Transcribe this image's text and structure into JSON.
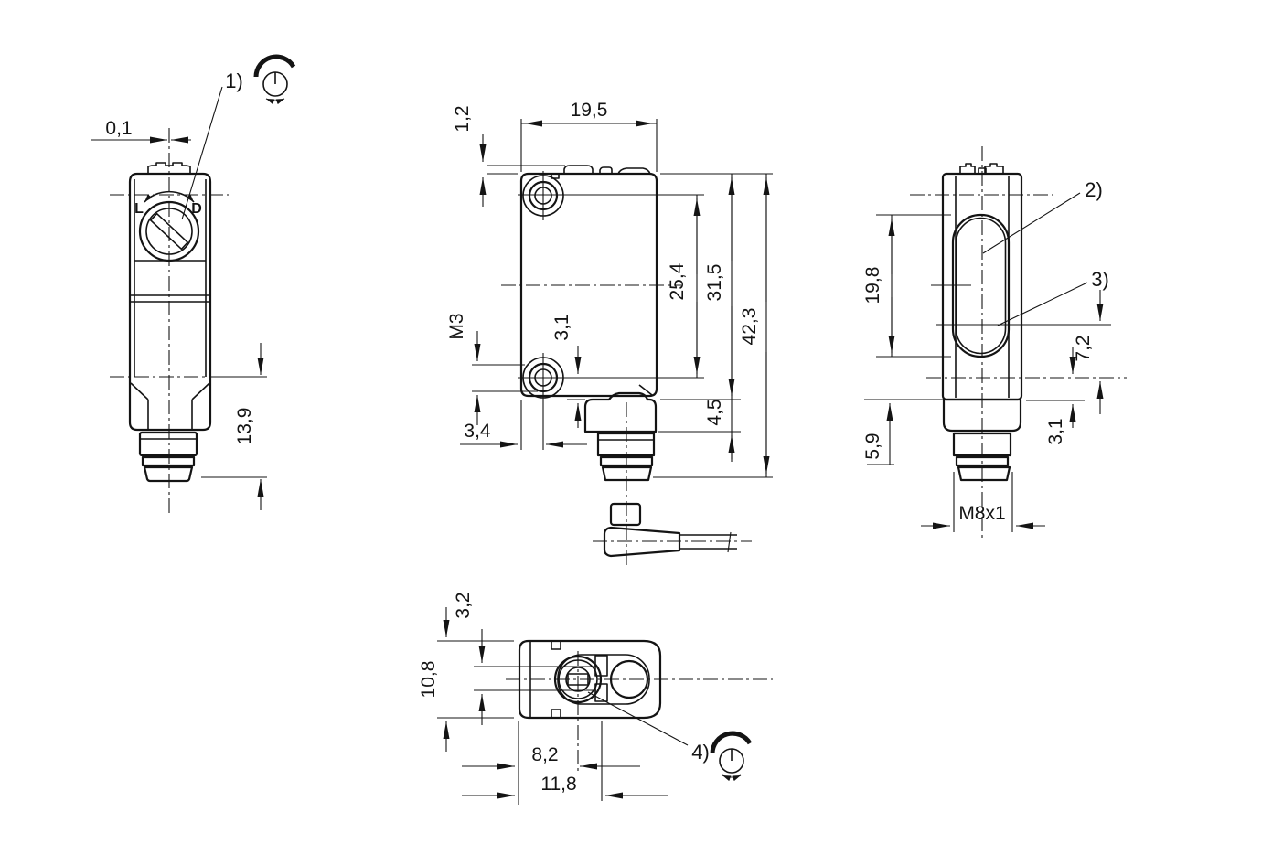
{
  "ink_color": "#141414",
  "background_color": "#ffffff",
  "views": {
    "side_narrow": {
      "callout_1": "1)",
      "pot_scale": {
        "left": "L",
        "right": "D"
      },
      "dims": {
        "width_tolerance": "0,1",
        "connector_length": "13,9"
      }
    },
    "front": {
      "dims": {
        "width": "19,5",
        "top_edge": "1,2",
        "hole_pitch": "25,4",
        "body_height": "31,5",
        "overall_height": "42,3",
        "mount_thread": "M3",
        "hole_to_bottom": "3,1",
        "hole_to_edge": "3,4",
        "collar": "4,5"
      }
    },
    "side_wide": {
      "callout_2": "2)",
      "callout_3": "3)",
      "dims": {
        "window_height": "19,8",
        "receiver_axis": "7,2",
        "ref_to_bottom": "3,1",
        "connector_stub": "5,9",
        "connector_thread": "M8x1"
      }
    },
    "top": {
      "callout_4": "4)",
      "dims": {
        "led_pitch": "3,2",
        "depth": "10,8",
        "pot_center": "8,2",
        "lens_center": "11,8"
      }
    }
  }
}
